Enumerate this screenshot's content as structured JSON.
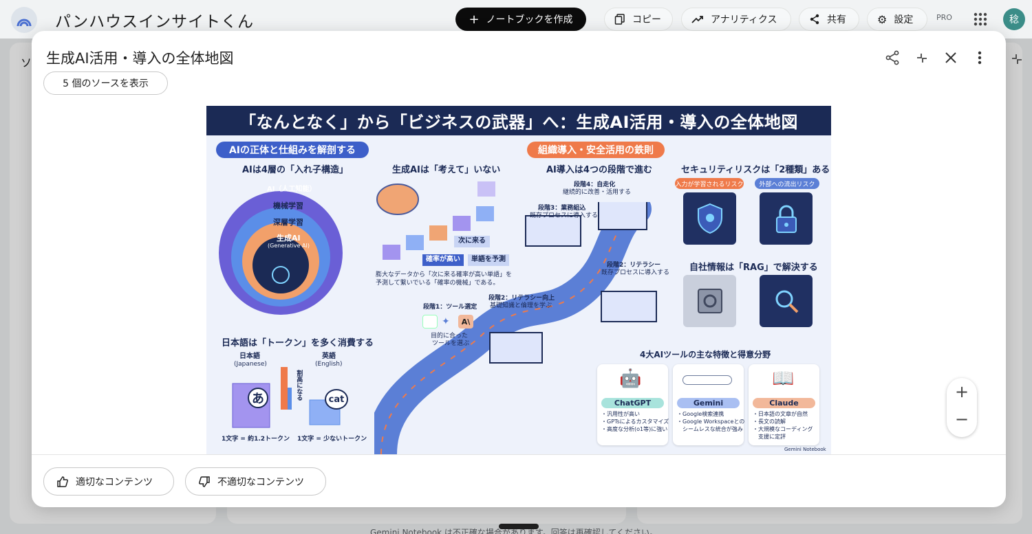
{
  "app": {
    "title": "パンハウスインサイトくん",
    "create_label": "ノートブックを作成",
    "copy_label": "コピー",
    "analytics_label": "アナリティクス",
    "share_label": "共有",
    "settings_label": "設定",
    "pro_label": "PRO",
    "avatar_initial": "稔",
    "bottom_note": "Gemini Notebook は不正確な場合があります。回答は再確認してください。",
    "left_panel_partial": "ソ"
  },
  "modal": {
    "title": "生成AI活用・導入の全体地図",
    "sources_label": "5 個のソースを表示",
    "feedback_good": "適切なコンテンツ",
    "feedback_bad": "不適切なコンテンツ"
  },
  "infographic": {
    "banner": "「なんとなく」から「ビジネスの武器」へ：生成AI活用・導入の全体地図",
    "left_section_tag": "AIの正体と仕組みを解剖する",
    "right_section_tag": "組織導入・安全活用の鉄則",
    "nest_title": "AIは4層の「入れ子構造」",
    "nest_layers": [
      "AI（人工知能）",
      "機械学習",
      "深層学習",
      "生成AI",
      "(Generative AI)"
    ],
    "think_title": "生成AIは「考えて」いない",
    "think_next": "次に来る",
    "think_prob": "確率が高い",
    "think_predict": "単語を予測",
    "think_desc_1": "膨大なデータから「次に来る確率が高い単語」を",
    "think_desc_2": "予測して繋いでいる「確率の機械」である。",
    "token_title": "日本語は「トークン」を多く消費する",
    "token_ja": "日本語",
    "token_ja_en": "(Japanese)",
    "token_en": "英語",
    "token_en_en": "(English)",
    "token_ja_glyph": "あ",
    "token_en_glyph": "cat",
    "token_cost": "割高になる",
    "token_ja_count": "1文字 = 約1.2トークン",
    "token_en_count": "1文字 = 少ないトークン",
    "stage_title": "AI導入は4つの段階で進む",
    "stage4": "段階4：自走化",
    "stage4_desc": "継続的に改善・活用する",
    "stage3": "段階3：業務組込",
    "stage3_desc": "既存プロセスに導入する",
    "stage2b": "段階2：リテラシー",
    "stage2b_desc": "既存プロセスに導入する",
    "stage2": "段階2：リテラシー向上",
    "stage2_desc": "基礎知識と倫理を学ぶ",
    "stage1": "段階1：ツール選定",
    "stage1_desc_1": "目的に合った",
    "stage1_desc_2": "ツールを選ぶ",
    "security_title": "セキュリティリスクは「2種類」ある",
    "security_risk1": "入力が学習されるリスク",
    "security_risk2": "外部への流出リスク",
    "rag_title": "自社情報は「RAG」で解決する",
    "tools_title": "4大AIツールの主な特徴と得意分野",
    "tools": [
      {
        "name": "ChatGPT",
        "features": [
          "・汎用性が高い",
          "・GPTsによるカスタマイズ",
          "・高度な分析(o1等)に強い"
        ]
      },
      {
        "name": "Gemini",
        "features": [
          "・Google検索連携",
          "・Google Workspaceとの",
          "　シームレスな統合が強み"
        ]
      },
      {
        "name": "Claude",
        "features": [
          "・日本語の文章が自然",
          "・長文の読解",
          "・大規模なコーディング",
          "　支援に定評"
        ]
      }
    ],
    "watermark": "Gemini Notebook"
  },
  "colors": {
    "banner": "#1b2a55",
    "tag_blue": "#3d5fc9",
    "tag_orange": "#ef7a4a",
    "chatgpt": "#a8e3dc",
    "gemini": "#a9bff2",
    "claude": "#f2b89a"
  }
}
